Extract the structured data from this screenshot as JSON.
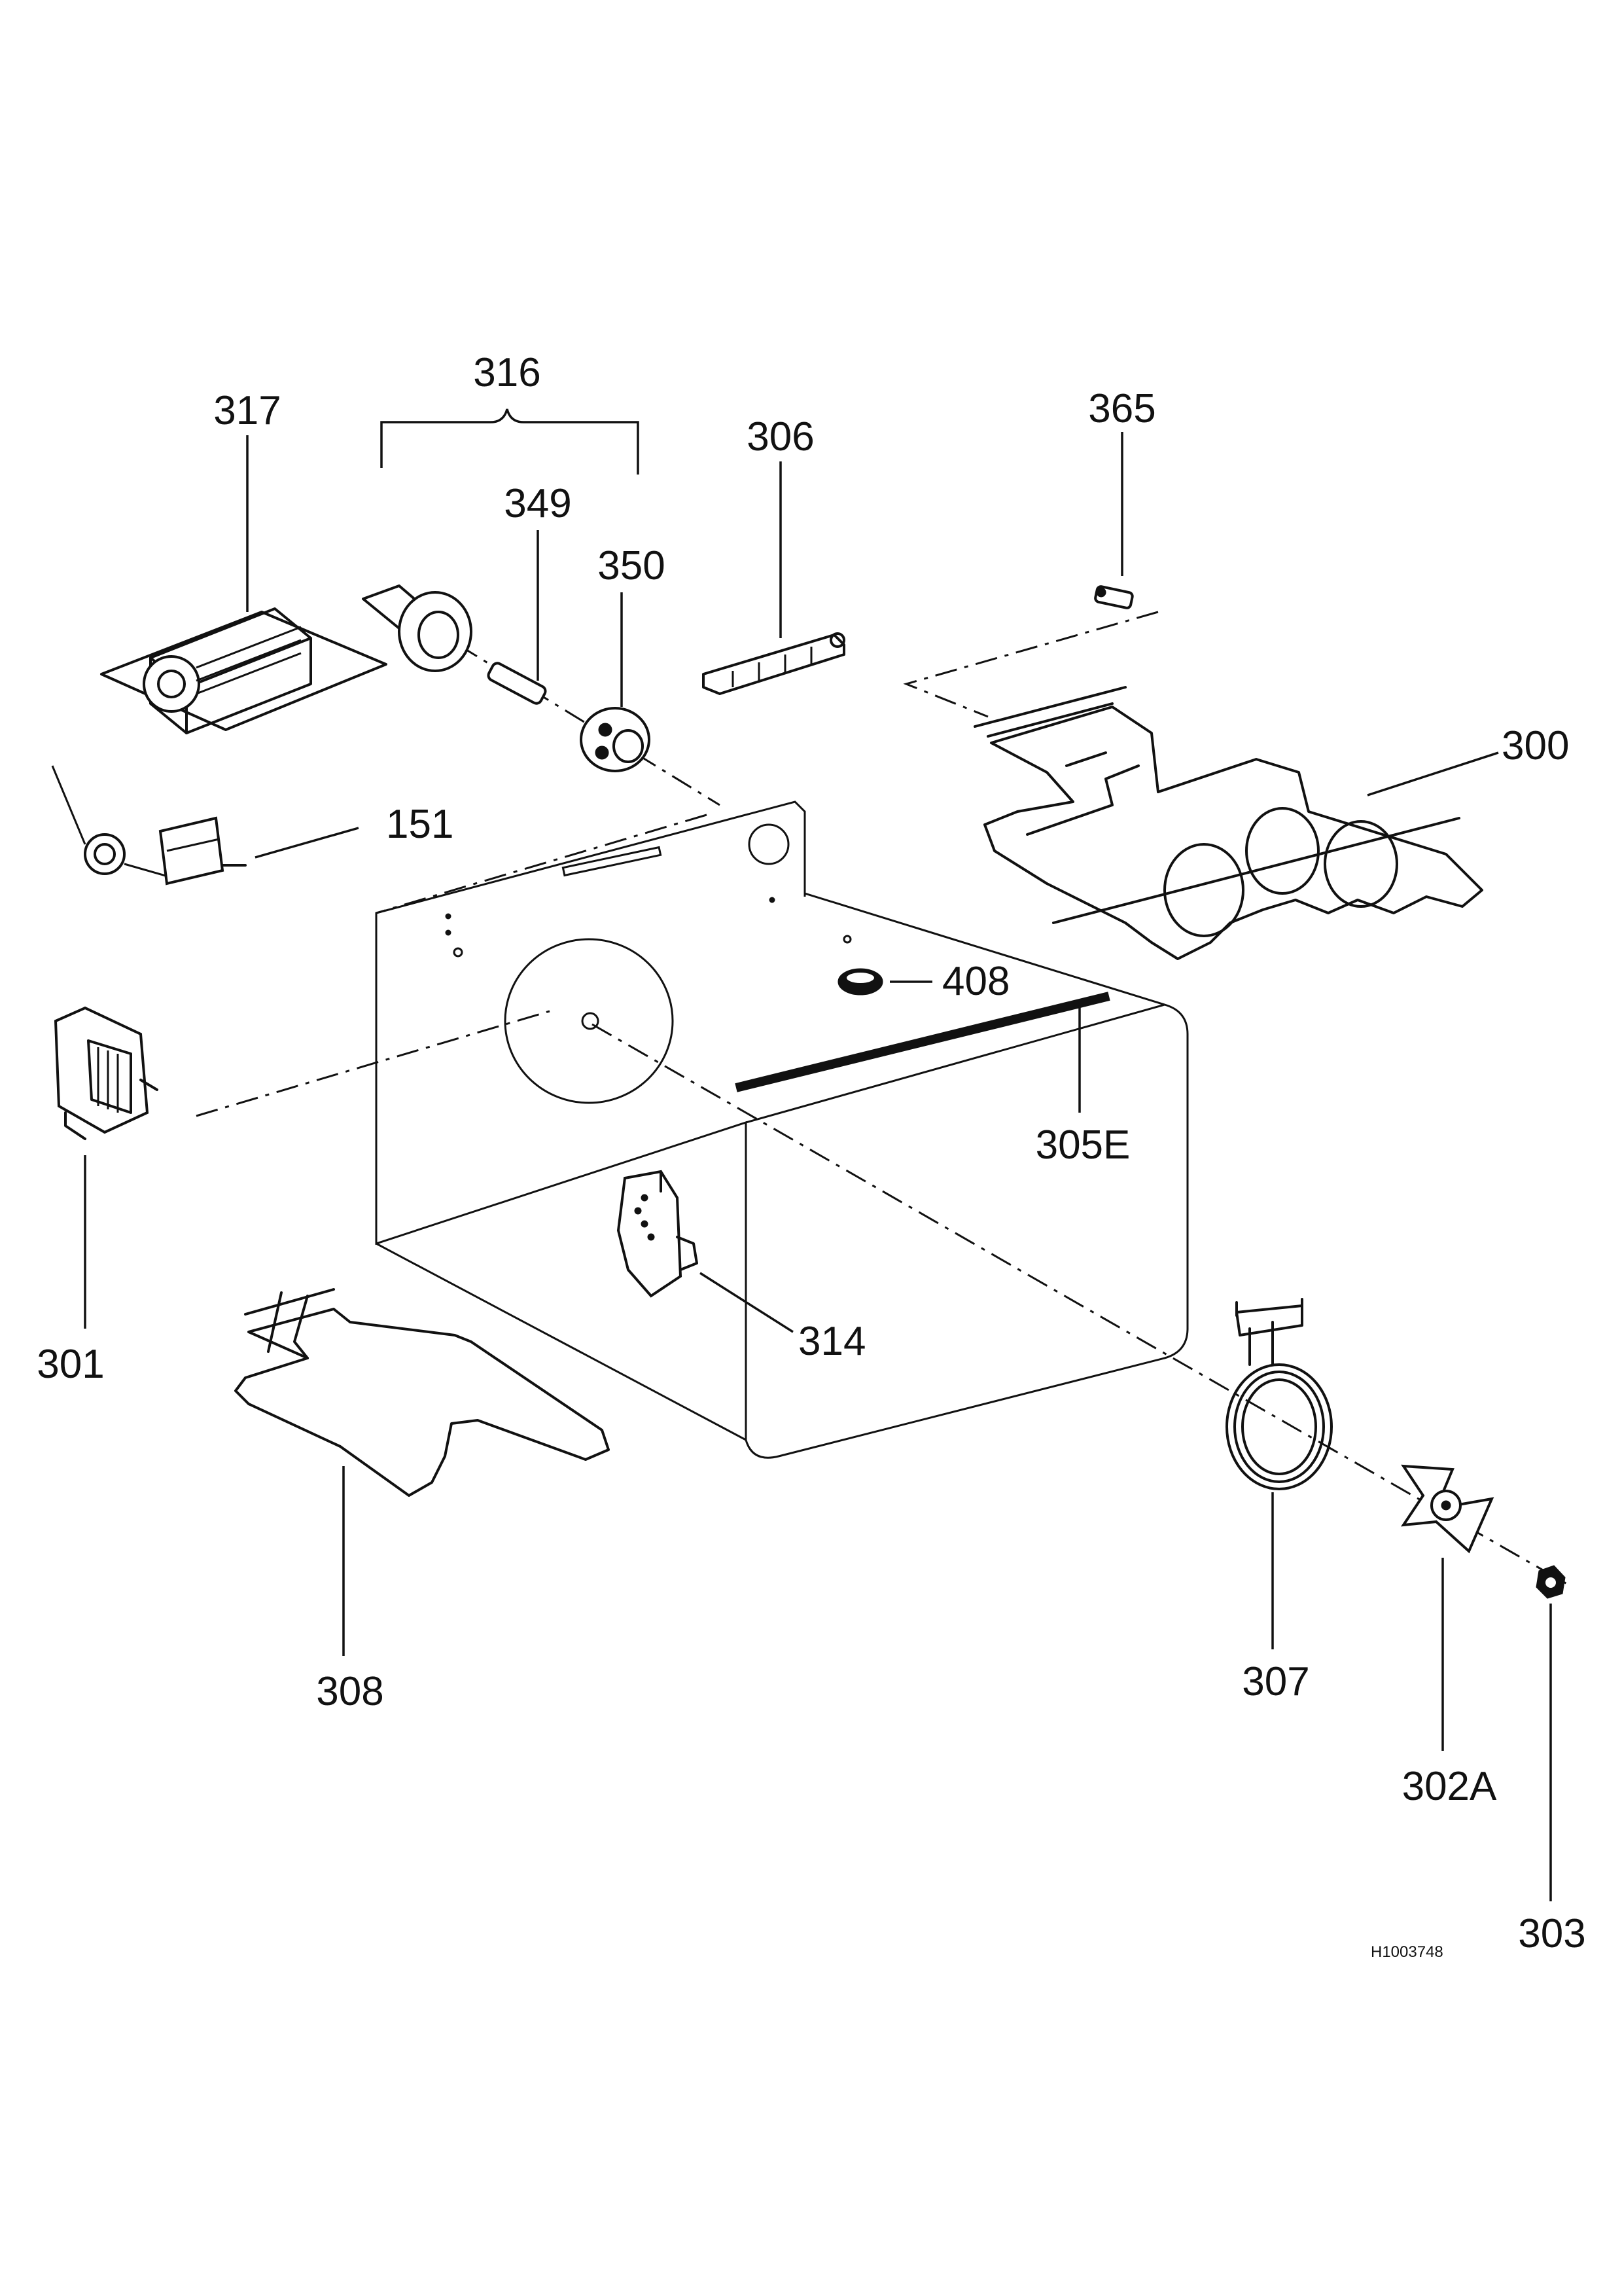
{
  "diagram": {
    "drawing_ref": "H1003748",
    "parts": [
      {
        "id": "p300",
        "label": "300"
      },
      {
        "id": "p301",
        "label": "301"
      },
      {
        "id": "p302a",
        "label": "302A"
      },
      {
        "id": "p303",
        "label": "303"
      },
      {
        "id": "p305e",
        "label": "305E"
      },
      {
        "id": "p306",
        "label": "306"
      },
      {
        "id": "p307",
        "label": "307"
      },
      {
        "id": "p308",
        "label": "308"
      },
      {
        "id": "p314",
        "label": "314"
      },
      {
        "id": "p316",
        "label": "316"
      },
      {
        "id": "p317",
        "label": "317"
      },
      {
        "id": "p349",
        "label": "349"
      },
      {
        "id": "p350",
        "label": "350"
      },
      {
        "id": "p365",
        "label": "365"
      },
      {
        "id": "p151",
        "label": "151"
      },
      {
        "id": "p408",
        "label": "408"
      }
    ]
  }
}
